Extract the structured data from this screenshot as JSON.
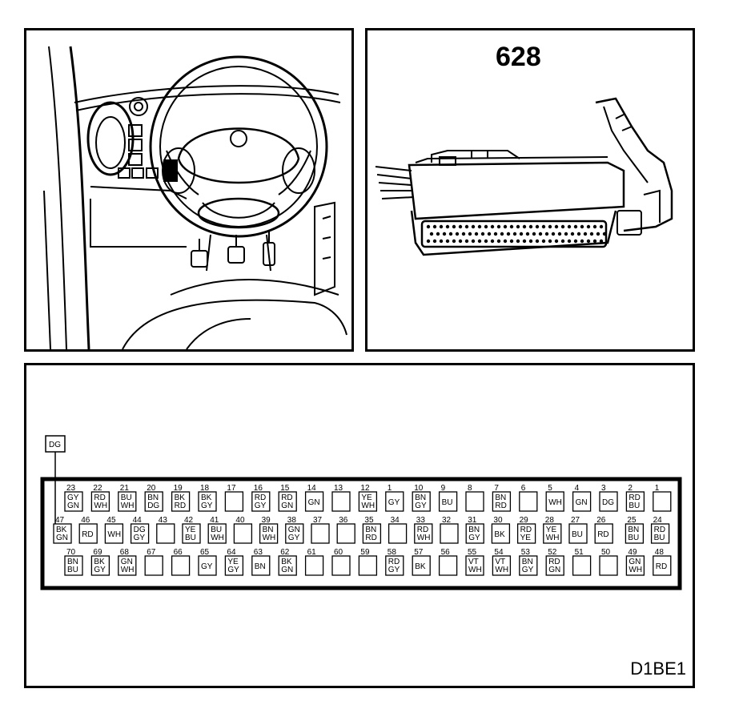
{
  "connector_number": "628",
  "diagram_code": "D1BE1",
  "external_wire": "DG",
  "pins": [
    {
      "n": "23",
      "c": [
        "GY",
        "GN"
      ]
    },
    {
      "n": "22",
      "c": [
        "RD",
        "WH"
      ]
    },
    {
      "n": "21",
      "c": [
        "BU",
        "WH"
      ]
    },
    {
      "n": "20",
      "c": [
        "BN",
        "DG"
      ]
    },
    {
      "n": "19",
      "c": [
        "BK",
        "RD"
      ]
    },
    {
      "n": "18",
      "c": [
        "BK",
        "GY"
      ]
    },
    {
      "n": "17",
      "c": []
    },
    {
      "n": "16",
      "c": [
        "RD",
        "GY"
      ]
    },
    {
      "n": "15",
      "c": [
        "RD",
        "GN"
      ]
    },
    {
      "n": "14",
      "c": [
        "GN"
      ]
    },
    {
      "n": "13",
      "c": []
    },
    {
      "n": "12",
      "c": [
        "YE",
        "WH"
      ]
    },
    {
      "n": "1",
      "c": [
        "GY"
      ]
    },
    {
      "n": "10",
      "c": [
        "BN",
        "GY"
      ]
    },
    {
      "n": "9",
      "c": [
        "BU"
      ]
    },
    {
      "n": "8",
      "c": []
    },
    {
      "n": "7",
      "c": [
        "BN",
        "RD"
      ]
    },
    {
      "n": "6",
      "c": []
    },
    {
      "n": "5",
      "c": [
        "WH"
      ]
    },
    {
      "n": "4",
      "c": [
        "GN"
      ]
    },
    {
      "n": "3",
      "c": [
        "DG"
      ]
    },
    {
      "n": "2",
      "c": [
        "RD",
        "BU"
      ]
    },
    {
      "n": "1",
      "c": []
    },
    {
      "n": "47",
      "c": [
        "BK",
        "GN"
      ]
    },
    {
      "n": "46",
      "c": [
        "RD"
      ]
    },
    {
      "n": "45",
      "c": [
        "WH"
      ]
    },
    {
      "n": "44",
      "c": [
        "DG",
        "GY"
      ]
    },
    {
      "n": "43",
      "c": []
    },
    {
      "n": "42",
      "c": [
        "YE",
        "BU"
      ]
    },
    {
      "n": "41",
      "c": [
        "BU",
        "WH"
      ]
    },
    {
      "n": "40",
      "c": []
    },
    {
      "n": "39",
      "c": [
        "BN",
        "WH"
      ]
    },
    {
      "n": "38",
      "c": [
        "GN",
        "GY"
      ]
    },
    {
      "n": "37",
      "c": []
    },
    {
      "n": "36",
      "c": []
    },
    {
      "n": "35",
      "c": [
        "BN",
        "RD"
      ]
    },
    {
      "n": "34",
      "c": []
    },
    {
      "n": "33",
      "c": [
        "RD",
        "WH"
      ]
    },
    {
      "n": "32",
      "c": []
    },
    {
      "n": "31",
      "c": [
        "BN",
        "GY"
      ]
    },
    {
      "n": "30",
      "c": [
        "BK"
      ]
    },
    {
      "n": "29",
      "c": [
        "RD",
        "YE"
      ]
    },
    {
      "n": "28",
      "c": [
        "YE",
        "WH"
      ]
    },
    {
      "n": "27",
      "c": [
        "BU"
      ]
    },
    {
      "n": "26",
      "c": [
        "RD"
      ]
    },
    {
      "n": "25",
      "c": [
        "BN",
        "BU"
      ]
    },
    {
      "n": "24",
      "c": [
        "RD",
        "BU"
      ]
    },
    {
      "n": "70",
      "c": [
        "BN",
        "BU"
      ]
    },
    {
      "n": "69",
      "c": [
        "BK",
        "GY"
      ]
    },
    {
      "n": "68",
      "c": [
        "GN",
        "WH"
      ]
    },
    {
      "n": "67",
      "c": []
    },
    {
      "n": "66",
      "c": []
    },
    {
      "n": "65",
      "c": [
        "GY"
      ]
    },
    {
      "n": "64",
      "c": [
        "YE",
        "GY"
      ]
    },
    {
      "n": "63",
      "c": [
        "BN"
      ]
    },
    {
      "n": "62",
      "c": [
        "BK",
        "GN"
      ]
    },
    {
      "n": "61",
      "c": []
    },
    {
      "n": "60",
      "c": []
    },
    {
      "n": "59",
      "c": []
    },
    {
      "n": "58",
      "c": [
        "RD",
        "GY"
      ]
    },
    {
      "n": "57",
      "c": [
        "BK"
      ]
    },
    {
      "n": "56",
      "c": []
    },
    {
      "n": "55",
      "c": [
        "VT",
        "WH"
      ]
    },
    {
      "n": "54",
      "c": [
        "VT",
        "WH"
      ]
    },
    {
      "n": "53",
      "c": [
        "BN",
        "GY"
      ]
    },
    {
      "n": "52",
      "c": [
        "RD",
        "GN"
      ]
    },
    {
      "n": "51",
      "c": []
    },
    {
      "n": "50",
      "c": []
    },
    {
      "n": "49",
      "c": [
        "GN",
        "WH"
      ]
    },
    {
      "n": "48",
      "c": [
        "RD"
      ]
    }
  ]
}
